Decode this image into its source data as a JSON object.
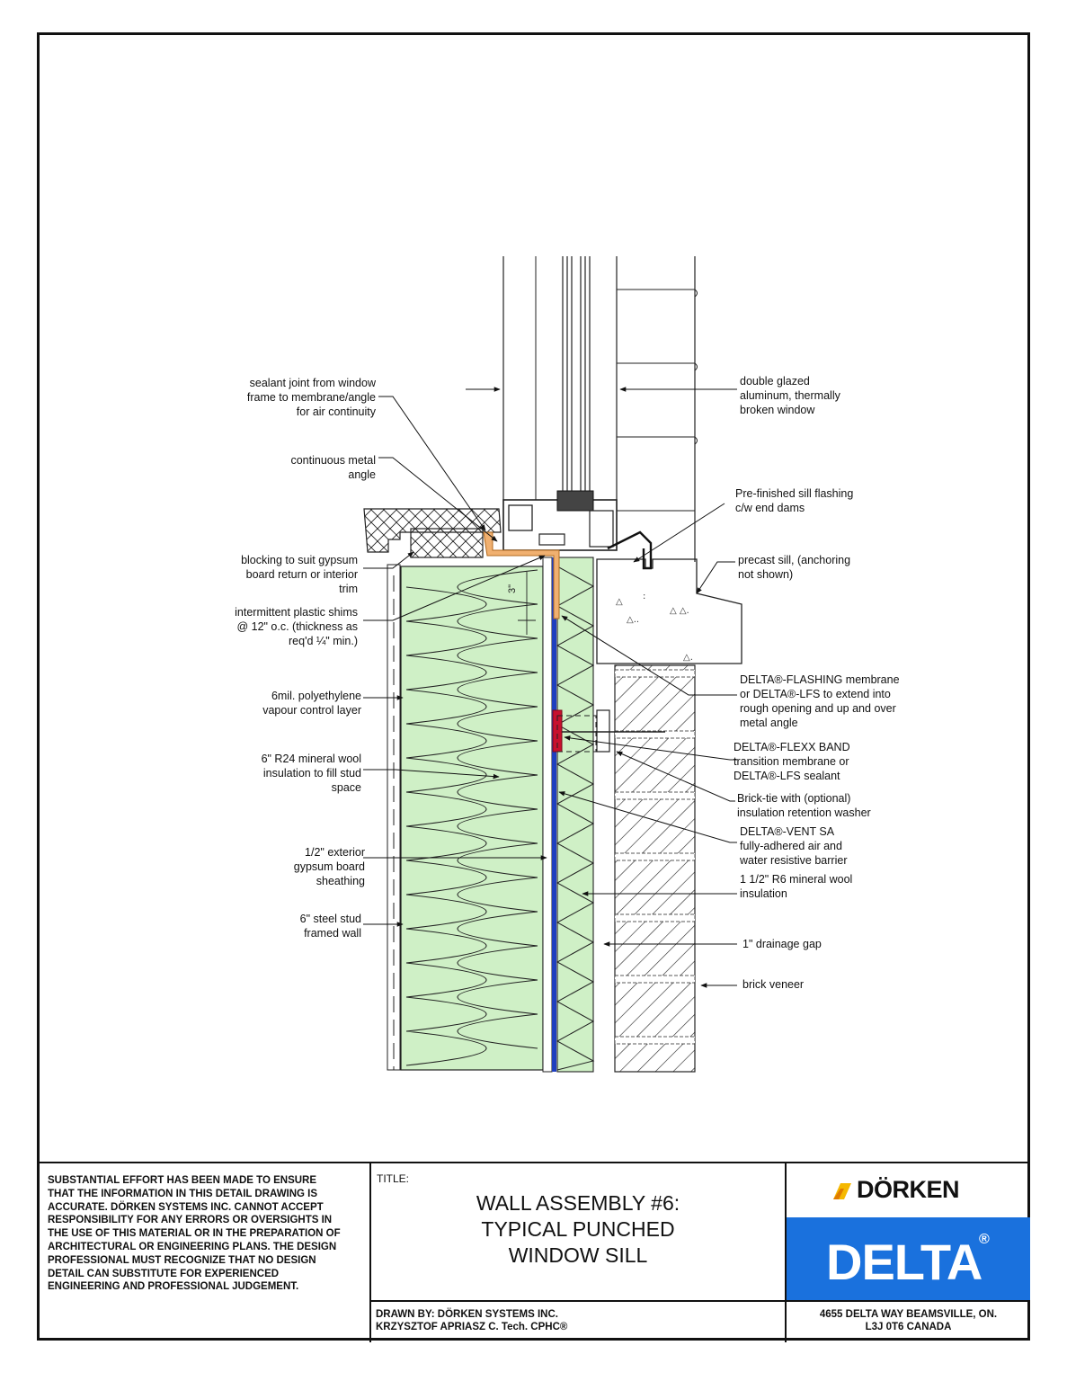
{
  "callouts_left": [
    {
      "id": "sealant-joint",
      "text": "sealant joint from window\nframe to membrane/angle\nfor air continuity"
    },
    {
      "id": "metal-angle",
      "text": "continuous metal\nangle"
    },
    {
      "id": "blocking",
      "text": "blocking to suit gypsum\nboard return or interior\ntrim"
    },
    {
      "id": "plastic-shims",
      "text": "intermittent plastic shims\n@ 12\" o.c. (thickness as\nreq'd ¼\" min.)"
    },
    {
      "id": "poly-vapour",
      "text": "6mil. polyethylene\nvapour control layer"
    },
    {
      "id": "mineral-wool-stud",
      "text": "6\"  R24 mineral wool\ninsulation to fill stud\nspace"
    },
    {
      "id": "gypsum-sheathing",
      "text": "1/2\" exterior\ngypsum board\nsheathing"
    },
    {
      "id": "steel-stud",
      "text": "6\" steel stud\nframed wall"
    }
  ],
  "callouts_right": [
    {
      "id": "window",
      "text": "double glazed\naluminum, thermally\nbroken window"
    },
    {
      "id": "sill-flashing",
      "text": "Pre-finished sill flashing\nc/w end dams"
    },
    {
      "id": "precast-sill",
      "text": "precast sill, (anchoring\nnot shown)"
    },
    {
      "id": "delta-flashing",
      "text": "DELTA®-FLASHING membrane\nor DELTA®-LFS to extend into\nrough opening and up and over\nmetal angle"
    },
    {
      "id": "delta-flexx",
      "text": "DELTA®-FLEXX BAND\ntransition membrane or\nDELTA®-LFS sealant"
    },
    {
      "id": "brick-tie",
      "text": "Brick-tie with (optional)\ninsulation retention washer"
    },
    {
      "id": "delta-vent",
      "text": "DELTA®-VENT SA\nfully-adhered air and\nwater resistive barrier"
    },
    {
      "id": "mineral-wool-ext",
      "text": "1 1/2\" R6 mineral wool\ninsulation"
    },
    {
      "id": "drainage-gap",
      "text": "1\" drainage gap"
    },
    {
      "id": "brick-veneer",
      "text": "brick veneer"
    }
  ],
  "dimension_label": "3\"",
  "title_block": {
    "disclaimer": "SUBSTANTIAL EFFORT HAS BEEN MADE TO ENSURE\nTHAT THE INFORMATION IN THIS DETAIL DRAWING IS\nACCURATE. DÖRKEN SYSTEMS INC. CANNOT ACCEPT\nRESPONSIBILITY FOR ANY ERRORS OR OVERSIGHTS IN\nTHE USE OF THIS MATERIAL OR IN THE PREPARATION OF\nARCHITECTURAL OR ENGINEERING PLANS. THE DESIGN\nPROFESSIONAL MUST RECOGNIZE THAT NO DESIGN\nDETAIL CAN SUBSTITUTE FOR EXPERIENCED\nENGINEERING AND PROFESSIONAL JUDGEMENT.",
    "title_caption": "TITLE:",
    "title": "WALL ASSEMBLY #6:\nTYPICAL PUNCHED\nWINDOW SILL",
    "drawn_by": "DRAWN BY: DÖRKEN SYSTEMS INC.\nKRZYSZTOF APRIASZ C. Tech. CPHC®",
    "brand_top": "DÖRKEN",
    "brand_main": "DELTA",
    "brand_reg": "®",
    "address": "4655 DELTA WAY BEAMSVILLE, ON.\nL3J 0T6 CANADA"
  },
  "colors": {
    "insulation": "#cff0c6",
    "membrane_blue": "#1f3fbf",
    "flexx_red": "#c8102e",
    "flashing_orange": "#f0b070",
    "logo_blue": "#1a71dd",
    "logo_yellow": "#f5b800"
  }
}
